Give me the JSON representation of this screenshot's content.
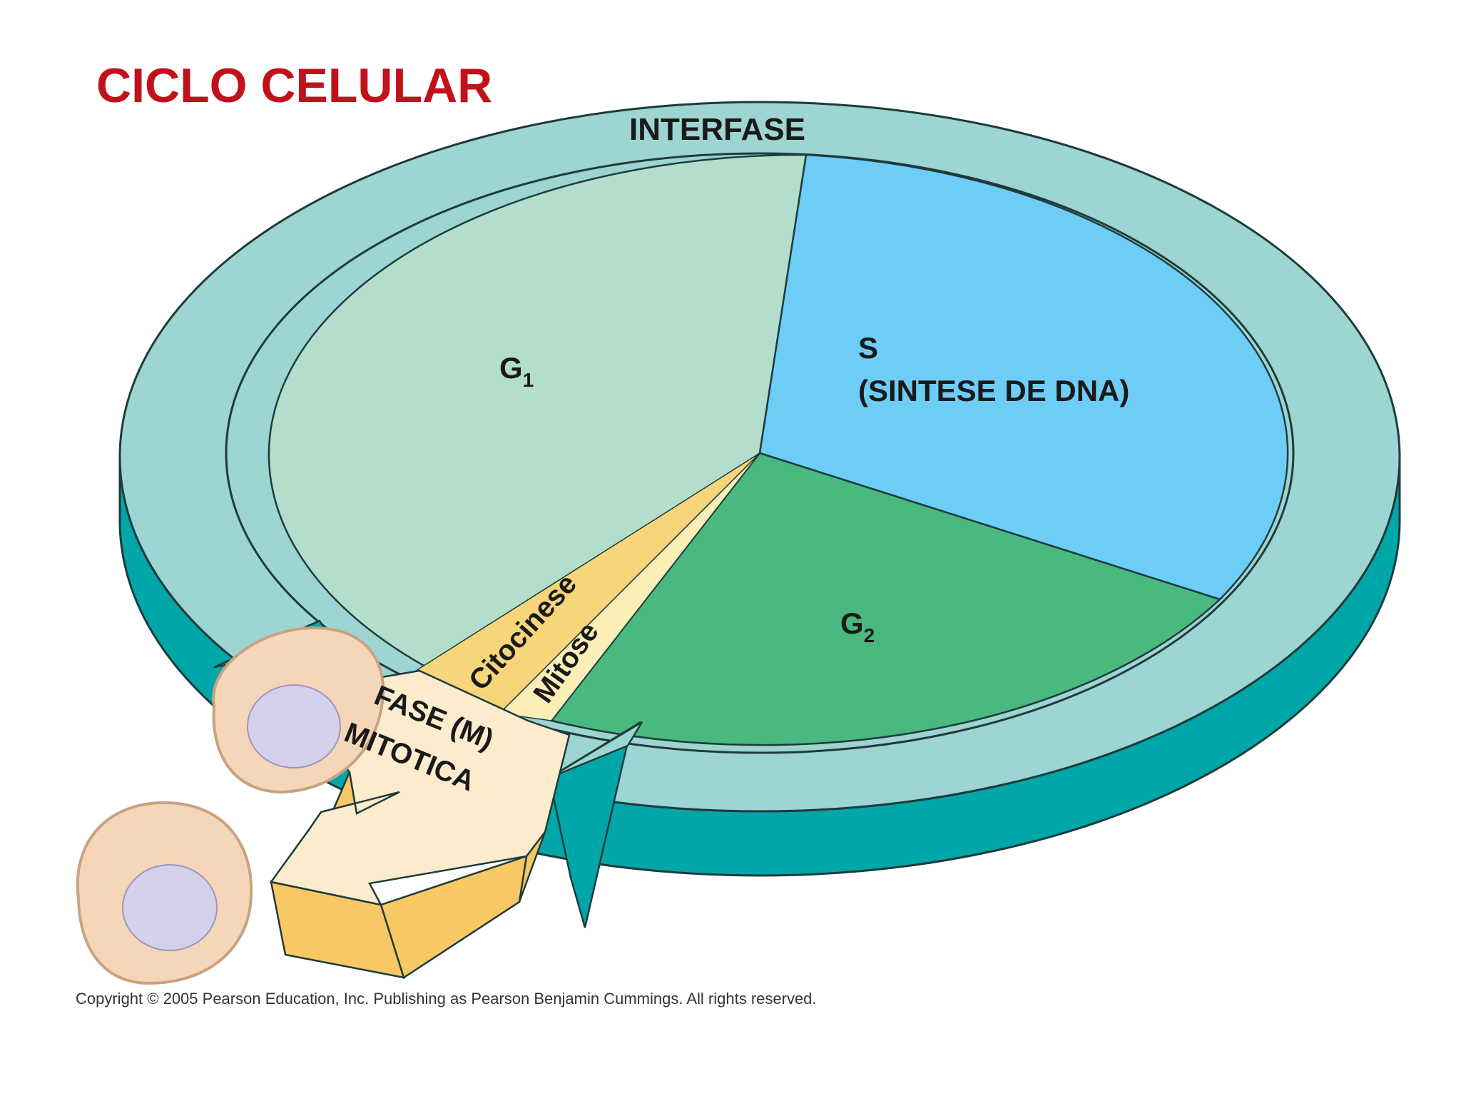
{
  "title": "CICLO CELULAR",
  "ring_label": "INTERFASE",
  "phases": {
    "g1": {
      "letter": "G",
      "subscript": "1"
    },
    "s": {
      "line1": "S",
      "line2": "(SINTESE DE DNA)"
    },
    "g2": {
      "letter": "G",
      "subscript": "2"
    },
    "cytokinesis": "Citocinese",
    "mitosis": "Mitose"
  },
  "mitotic_phase": {
    "line1": "FASE (M)",
    "line2": "MITOTICA"
  },
  "copyright": "Copyright ©  2005 Pearson Education, Inc. Publishing as Pearson Benjamin Cummings. All rights reserved.",
  "colors": {
    "title": "#c0121b",
    "ring_top": "#9dd5d2",
    "ring_side": "#00a6a8",
    "g1": "#b3decb",
    "s": "#6ecdf7",
    "g2": "#49b97f",
    "cytokinesis": "#f7d57a",
    "mitosis": "#fbefb8",
    "arrow_top": "#fcebcc",
    "arrow_side": "#f8c864",
    "cell_body": "#f5d6b8",
    "cell_nucleus": "#d5d0ec"
  }
}
